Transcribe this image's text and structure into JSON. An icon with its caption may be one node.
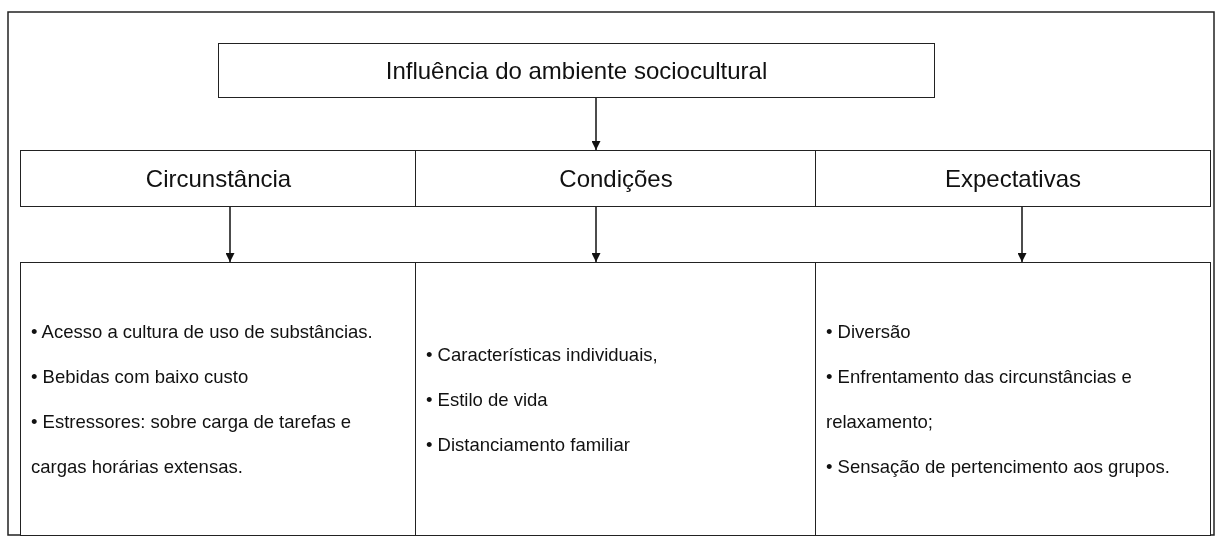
{
  "diagram": {
    "nodes": [
      {
        "text": [
          "Influência do ambiente sociocultural"
        ]
      },
      {
        "text": [
          "Circunstância"
        ]
      },
      {
        "text": [
          "Condições"
        ]
      },
      {
        "text": [
          "Expectativas"
        ]
      },
      {
        "text": [
          "• Acesso a cultura de uso de substâncias.",
          "• Bebidas com baixo custo",
          "• Estressores: sobre carga de tarefas e cargas horárias extensas."
        ]
      },
      {
        "text": [
          "• Características individuais,",
          "• Estilo de vida",
          "• Distanciamento familiar"
        ]
      },
      {
        "text": [
          "• Diversão",
          "• Enfrentamento das circunstâncias e relaxamento;",
          "• Sensação de pertencimento aos grupos."
        ]
      }
    ],
    "edges": [
      {
        "from": 0,
        "to": 2,
        "arrow": "to"
      },
      {
        "from": 1,
        "to": 4,
        "arrow": "to"
      },
      {
        "from": 2,
        "to": 5,
        "arrow": "to"
      },
      {
        "from": 3,
        "to": 6,
        "arrow": "to"
      }
    ]
  }
}
